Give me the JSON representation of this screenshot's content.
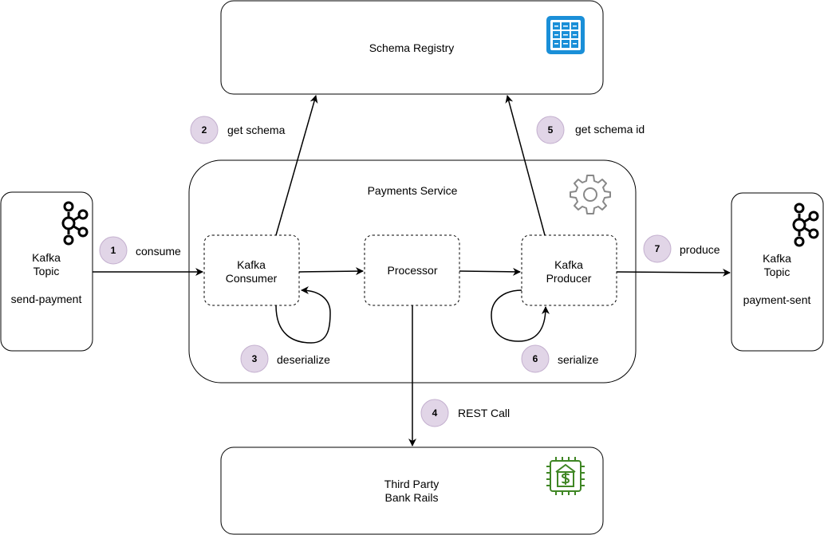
{
  "schema_registry": {
    "label": "Schema Registry",
    "icon": "database-grid-icon"
  },
  "payments_service": {
    "label": "Payments Service",
    "icon": "gear-icon"
  },
  "kafka_consumer": {
    "line1": "Kafka",
    "line2": "Consumer"
  },
  "processor": {
    "label": "Processor"
  },
  "kafka_producer": {
    "line1": "Kafka",
    "line2": "Producer"
  },
  "bank_rails": {
    "line1": "Third Party",
    "line2": "Bank Rails",
    "icon": "bank-chip-icon"
  },
  "topic_in": {
    "line1": "Kafka",
    "line2": "Topic",
    "name": "send-payment",
    "icon": "kafka-icon"
  },
  "topic_out": {
    "line1": "Kafka",
    "line2": "Topic",
    "name": "payment-sent",
    "icon": "kafka-icon"
  },
  "steps": [
    {
      "num": "1",
      "label": "consume"
    },
    {
      "num": "2",
      "label": "get schema"
    },
    {
      "num": "3",
      "label": "deserialize"
    },
    {
      "num": "4",
      "label": "REST Call"
    },
    {
      "num": "5",
      "label": "get schema id"
    },
    {
      "num": "6",
      "label": "serialize"
    },
    {
      "num": "7",
      "label": "produce"
    }
  ],
  "colors": {
    "badge_fill": "#e1d5e7",
    "badge_stroke": "#9673a6",
    "registry_icon": "#1a8fd8",
    "bank_icon": "#3f8624",
    "gear": "#888888"
  }
}
